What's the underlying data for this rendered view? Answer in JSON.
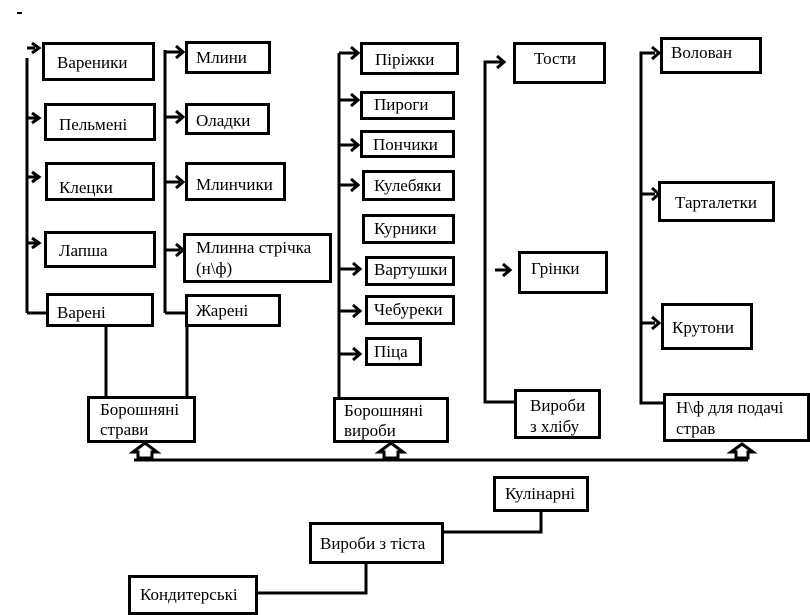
{
  "diagram": {
    "root": "Вироби з тіста",
    "branches": [
      "Кулінарні",
      "Кондитерські"
    ],
    "categories": [
      {
        "label_lines": [
          "Борошняні",
          "страви"
        ]
      },
      {
        "label_lines": [
          "Борошняні",
          "вироби"
        ]
      },
      {
        "label_lines": [
          "Вироби",
          "з хлібу"
        ]
      },
      {
        "label_lines": [
          "Н\\ф для подачі",
          "страв"
        ]
      }
    ],
    "boiled": {
      "label": "Варені",
      "items": [
        "Вареники",
        "Пельмені",
        "Клецки",
        "Лапша"
      ]
    },
    "fried": {
      "label": "Жарені",
      "items": [
        "Млини",
        "Оладки",
        "Млинчики"
      ],
      "item_multiline": [
        "Млинна стрічка",
        "(н\\ф)"
      ]
    },
    "flour_products": [
      "Піріжки",
      "Пироги",
      "Пончики",
      "Кулебяки",
      "Курники",
      "Вартушки",
      "Чебуреки",
      "Піца"
    ],
    "bread_products": [
      "Тости",
      "Грінки"
    ],
    "serving": [
      "Волован",
      "Тарталетки",
      "Крутони"
    ]
  }
}
